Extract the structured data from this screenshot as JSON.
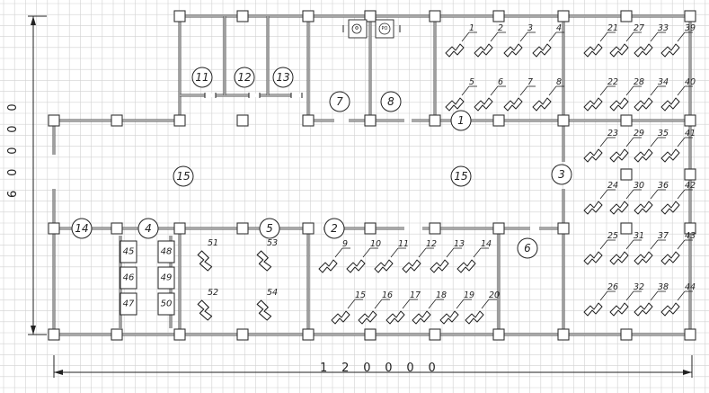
{
  "dimensions": {
    "vertical": "6 0 0 0 0",
    "horizontal": "1 2 0 0 0 0"
  },
  "rooms": [
    "1",
    "2",
    "3",
    "4",
    "5",
    "6",
    "7",
    "8",
    "11",
    "12",
    "13",
    "14",
    "15",
    "15"
  ],
  "workstations": [
    "1",
    "2",
    "3",
    "4",
    "5",
    "6",
    "7",
    "8",
    "9",
    "10",
    "11",
    "12",
    "13",
    "14",
    "15",
    "16",
    "17",
    "18",
    "19",
    "20",
    "21",
    "22",
    "23",
    "24",
    "25",
    "26",
    "27",
    "28",
    "29",
    "30",
    "31",
    "32",
    "33",
    "34",
    "35",
    "36",
    "37",
    "38",
    "39",
    "40",
    "41",
    "42",
    "43",
    "44",
    "51",
    "52",
    "53",
    "54"
  ],
  "cabinets": [
    "45",
    "46",
    "47",
    "48",
    "49",
    "50"
  ],
  "equipment": [
    "Ф",
    "РО"
  ]
}
